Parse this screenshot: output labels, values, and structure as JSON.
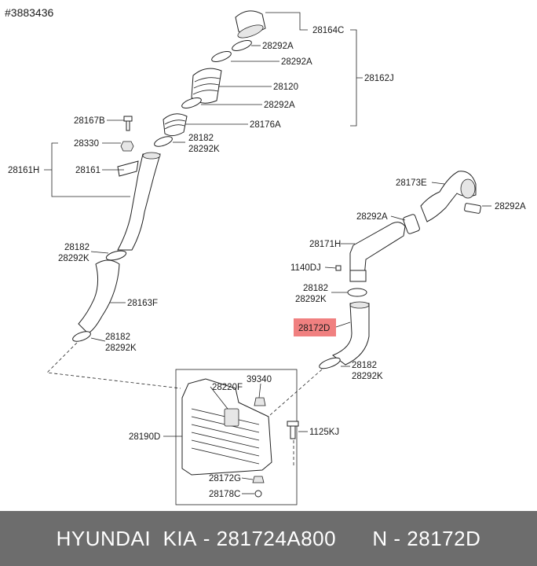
{
  "ref_number": "#3883436",
  "highlight_color": "#f08080",
  "labels": {
    "p28164C": "28164C",
    "p28292A_1": "28292A",
    "p28292A_2": "28292A",
    "p28162J": "28162J",
    "p28120": "28120",
    "p28292A_3": "28292A",
    "p28176A": "28176A",
    "p28167B": "28167B",
    "p28330": "28330",
    "p28161H": "28161H",
    "p28161": "28161",
    "p28182_1": "28182",
    "p28292K_1": "28292K",
    "p28182_2": "28182",
    "p28292K_2": "28292K",
    "p28163F": "28163F",
    "p28182_3": "28182",
    "p28292K_3": "28292K",
    "p28173E": "28173E",
    "p28292A_4": "28292A",
    "p28292A_5": "28292A",
    "p28171H": "28171H",
    "p1140DJ": "1140DJ",
    "p28182_4": "28182",
    "p28292K_4": "28292K",
    "p28172D": "28172D",
    "p28182_5": "28182",
    "p28292K_5": "28292K",
    "p28220F": "28220F",
    "p39340": "39340",
    "p28190D": "28190D",
    "p1125KJ": "1125KJ",
    "p28172G": "28172G",
    "p28178C": "28178C"
  },
  "footer": {
    "brand": "HYUNDAI  KIA",
    "separator": " - ",
    "part_number": "281724A800",
    "spacer": "      ",
    "n_label": "N - 28172D"
  }
}
